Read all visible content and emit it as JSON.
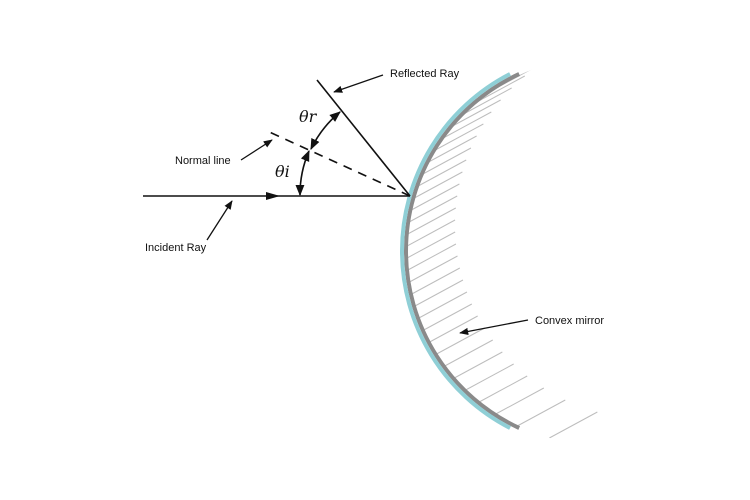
{
  "labels": {
    "reflected_ray": "Reflected Ray",
    "normal_line": "Normal line",
    "incident_ray": "Incident Ray",
    "convex_mirror": "Convex mirror",
    "theta_r": "θr",
    "theta_i": "θi"
  },
  "colors": {
    "mirror_outer": "#8fcfd6",
    "mirror_inner": "#8a8a8a",
    "hatch": "#bdbdbd",
    "line": "#111111"
  }
}
